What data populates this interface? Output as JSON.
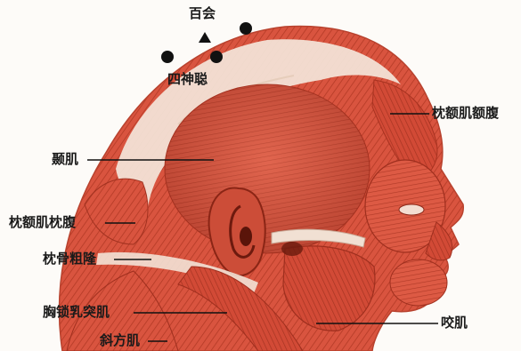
{
  "figure": {
    "acupoints": {
      "baihui": "百会",
      "sishencong": "四神聪"
    },
    "labels": {
      "occipitofrontalis_frontal": "枕额肌额腹",
      "temporalis": "颞肌",
      "occipitofrontalis_occipital": "枕额肌枕腹",
      "external_occipital_protuberance": "枕骨粗隆",
      "sternocleidomastoid": "胸锁乳突肌",
      "masseter": "咬肌",
      "trapezius": "斜方肌"
    },
    "colors": {
      "muscle": "#d8503c",
      "muscle_dark": "#a8321f",
      "tendon": "#f2e4d8",
      "skin_bg": "#fbf7f2",
      "marker": "#111111"
    }
  }
}
